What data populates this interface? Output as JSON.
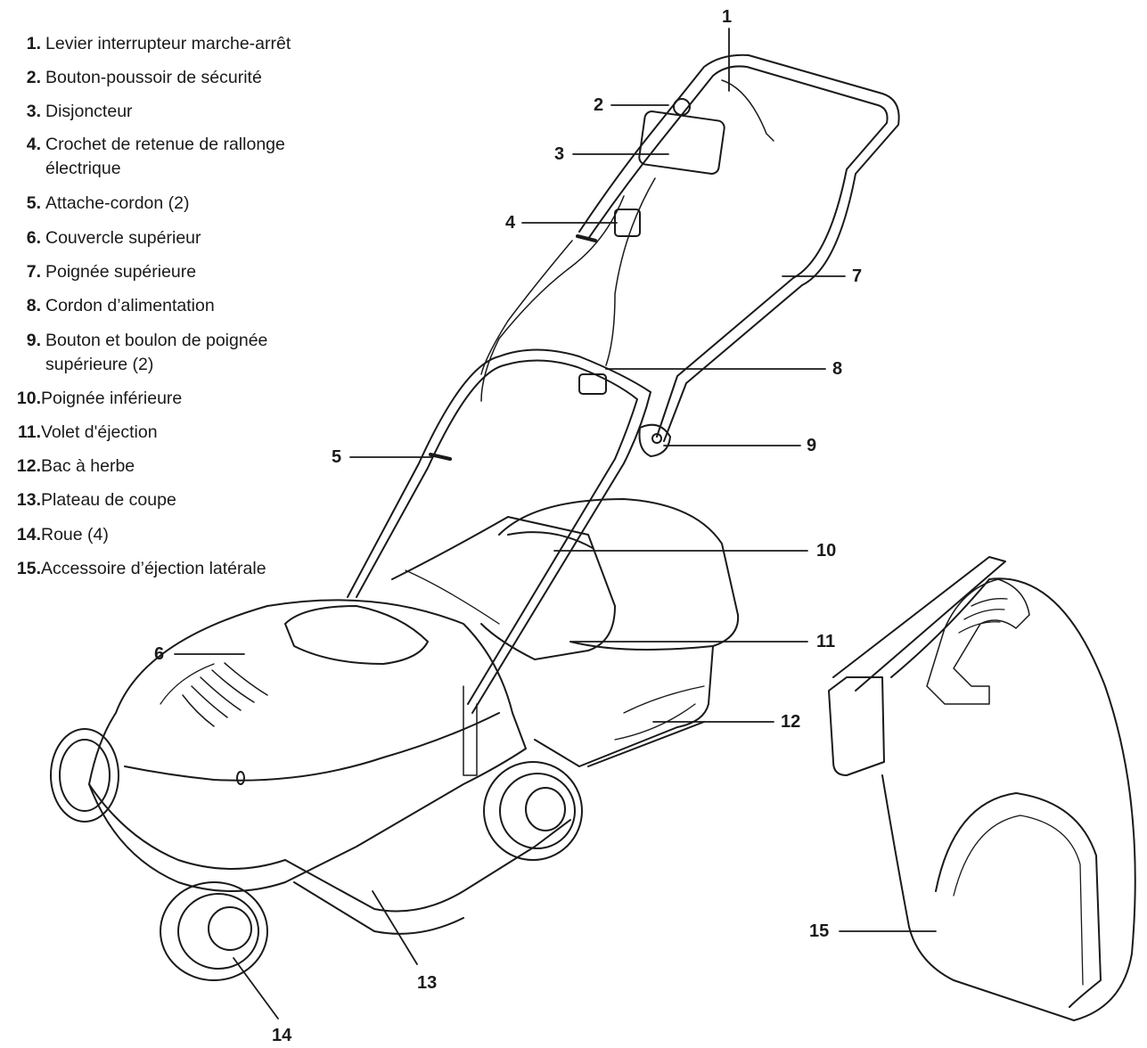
{
  "legend": [
    {
      "num": "1.",
      "text": "Levier interrupteur marche-arrêt"
    },
    {
      "num": "2.",
      "text": "Bouton-poussoir de sécurité"
    },
    {
      "num": "3.",
      "text": "Disjoncteur"
    },
    {
      "num": "4.",
      "text": "Crochet de retenue de rallonge\nélectrique"
    },
    {
      "num": "5.",
      "text": "Attache-cordon (2)"
    },
    {
      "num": "6.",
      "text": "Couvercle supérieur"
    },
    {
      "num": "7.",
      "text": "Poignée supérieure"
    },
    {
      "num": "8.",
      "text": "Cordon d’alimentation"
    },
    {
      "num": "9.",
      "text": "Bouton et boulon de poignée\nsupérieure (2)"
    },
    {
      "num": "10.",
      "text": "Poignée inférieure"
    },
    {
      "num": "11.",
      "text": "Volet d'éjection"
    },
    {
      "num": "12.",
      "text": "Bac à herbe"
    },
    {
      "num": "13.",
      "text": "Plateau de coupe"
    },
    {
      "num": "14.",
      "text": "Roue (4)"
    },
    {
      "num": "15.",
      "text": "Accessoire d’éjection latérale"
    }
  ],
  "callouts": [
    "1",
    "2",
    "3",
    "4",
    "5",
    "6",
    "7",
    "8",
    "9",
    "10",
    "11",
    "12",
    "13",
    "14",
    "15"
  ]
}
